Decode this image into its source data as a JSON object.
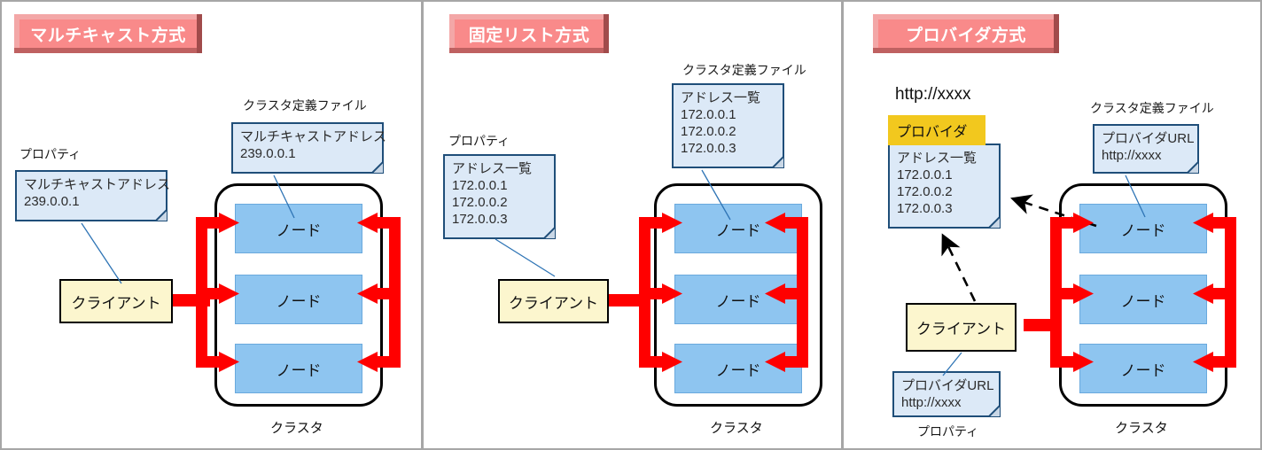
{
  "diagram": {
    "title_shared": {
      "cluster_definition_file": "クラスタ定義ファイル",
      "property": "プロパティ",
      "cluster": "クラスタ",
      "node": "ノード",
      "client": "クライアント"
    },
    "colors": {
      "banner_face": "#f98a8a",
      "banner_highlight": "#f3a7a7",
      "banner_shadow_bottom": "#bf6161",
      "banner_shadow_right": "#a14b4b",
      "note_fill": "#dce9f7",
      "note_border": "#1f4e79",
      "node_fill": "#8ec5f0",
      "client_fill": "#fcf6ce",
      "provider_fill": "#f2c81e",
      "arrow_red": "#ff0000",
      "divider_gray": "#a6a6a6"
    },
    "panels": [
      {
        "id": "multicast",
        "banner_label": "マルチキャスト方式",
        "cluster_file_caption": "クラスタ定義ファイル",
        "cluster_file_text": "マルチキャストアドレス\n239.0.0.1",
        "property_caption": "プロパティ",
        "property_text": "マルチキャストアドレス\n239.0.0.1",
        "client_label": "クライアント",
        "cluster_label": "クラスタ",
        "nodes": [
          "ノード",
          "ノード",
          "ノード"
        ]
      },
      {
        "id": "fixed-list",
        "banner_label": "固定リスト方式",
        "cluster_file_caption": "クラスタ定義ファイル",
        "cluster_file_text": "アドレス一覧\n172.0.0.1\n172.0.0.2\n172.0.0.3",
        "property_caption": "プロパティ",
        "property_text": "アドレス一覧\n172.0.0.1\n172.0.0.2\n172.0.0.3",
        "client_label": "クライアント",
        "cluster_label": "クラスタ",
        "nodes": [
          "ノード",
          "ノード",
          "ノード"
        ]
      },
      {
        "id": "provider",
        "banner_label": "プロバイダ方式",
        "provider_url": "http://xxxx",
        "provider_label": "プロバイダ",
        "provider_list_text": "アドレス一覧\n172.0.0.1\n172.0.0.2\n172.0.0.3",
        "cluster_file_caption": "クラスタ定義ファイル",
        "cluster_file_text": "プロバイダURL\nhttp://xxxx",
        "property_caption": "プロパティ",
        "property_text": "プロバイダURL\nhttp://xxxx",
        "client_label": "クライアント",
        "cluster_label": "クラスタ",
        "nodes": [
          "ノード",
          "ノード",
          "ノード"
        ]
      }
    ]
  }
}
